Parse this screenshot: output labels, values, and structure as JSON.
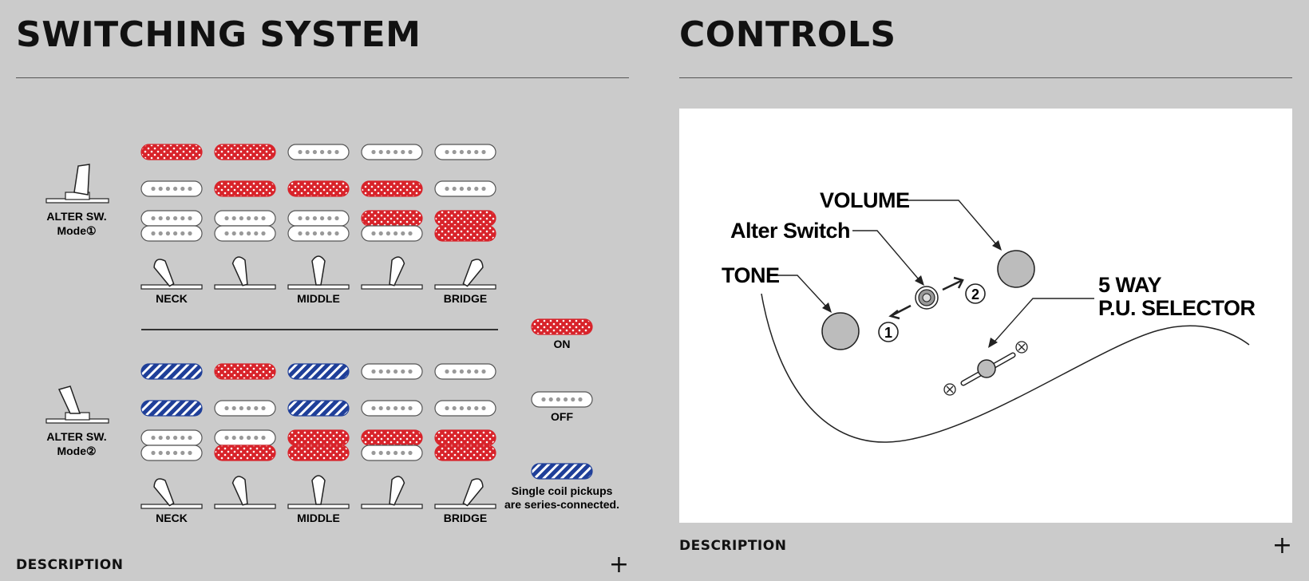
{
  "switching": {
    "title": "SWITCHING SYSTEM",
    "mode1_label_line1": "ALTER SW.",
    "mode1_label_line2": "Mode①",
    "mode2_label_line1": "ALTER SW.",
    "mode2_label_line2": "Mode②",
    "positions": [
      "NECK",
      "",
      "MIDDLE",
      "",
      "BRIDGE"
    ],
    "mode1_rows": [
      [
        "on",
        "on",
        "off",
        "off",
        "off"
      ],
      [
        "off",
        "on",
        "on",
        "on",
        "off"
      ],
      [
        "off",
        "off",
        "off",
        "on",
        "on"
      ],
      [
        "off",
        "off",
        "off",
        "off",
        "on"
      ]
    ],
    "mode2_rows": [
      [
        "series",
        "on",
        "series",
        "off",
        "off"
      ],
      [
        "series",
        "off",
        "series",
        "off",
        "off"
      ],
      [
        "off",
        "off",
        "on",
        "on",
        "on"
      ],
      [
        "off",
        "on",
        "on",
        "off",
        "on"
      ]
    ],
    "legend": {
      "on_label": "ON",
      "off_label": "OFF",
      "series_line1": "Single coil pickups",
      "series_line2": "are series-connected."
    },
    "colors": {
      "on": "#d8232a",
      "series": "#1f3f99",
      "off": "#ffffff"
    },
    "description_label": "DESCRIPTION"
  },
  "controls": {
    "title": "CONTROLS",
    "volume_label": "VOLUME",
    "alter_switch_label": "Alter Switch",
    "tone_label": "TONE",
    "selector_line1": "5 WAY",
    "selector_line2": "P.U. SELECTOR",
    "pos1_label": "1",
    "pos2_label": "2",
    "description_label": "DESCRIPTION"
  }
}
